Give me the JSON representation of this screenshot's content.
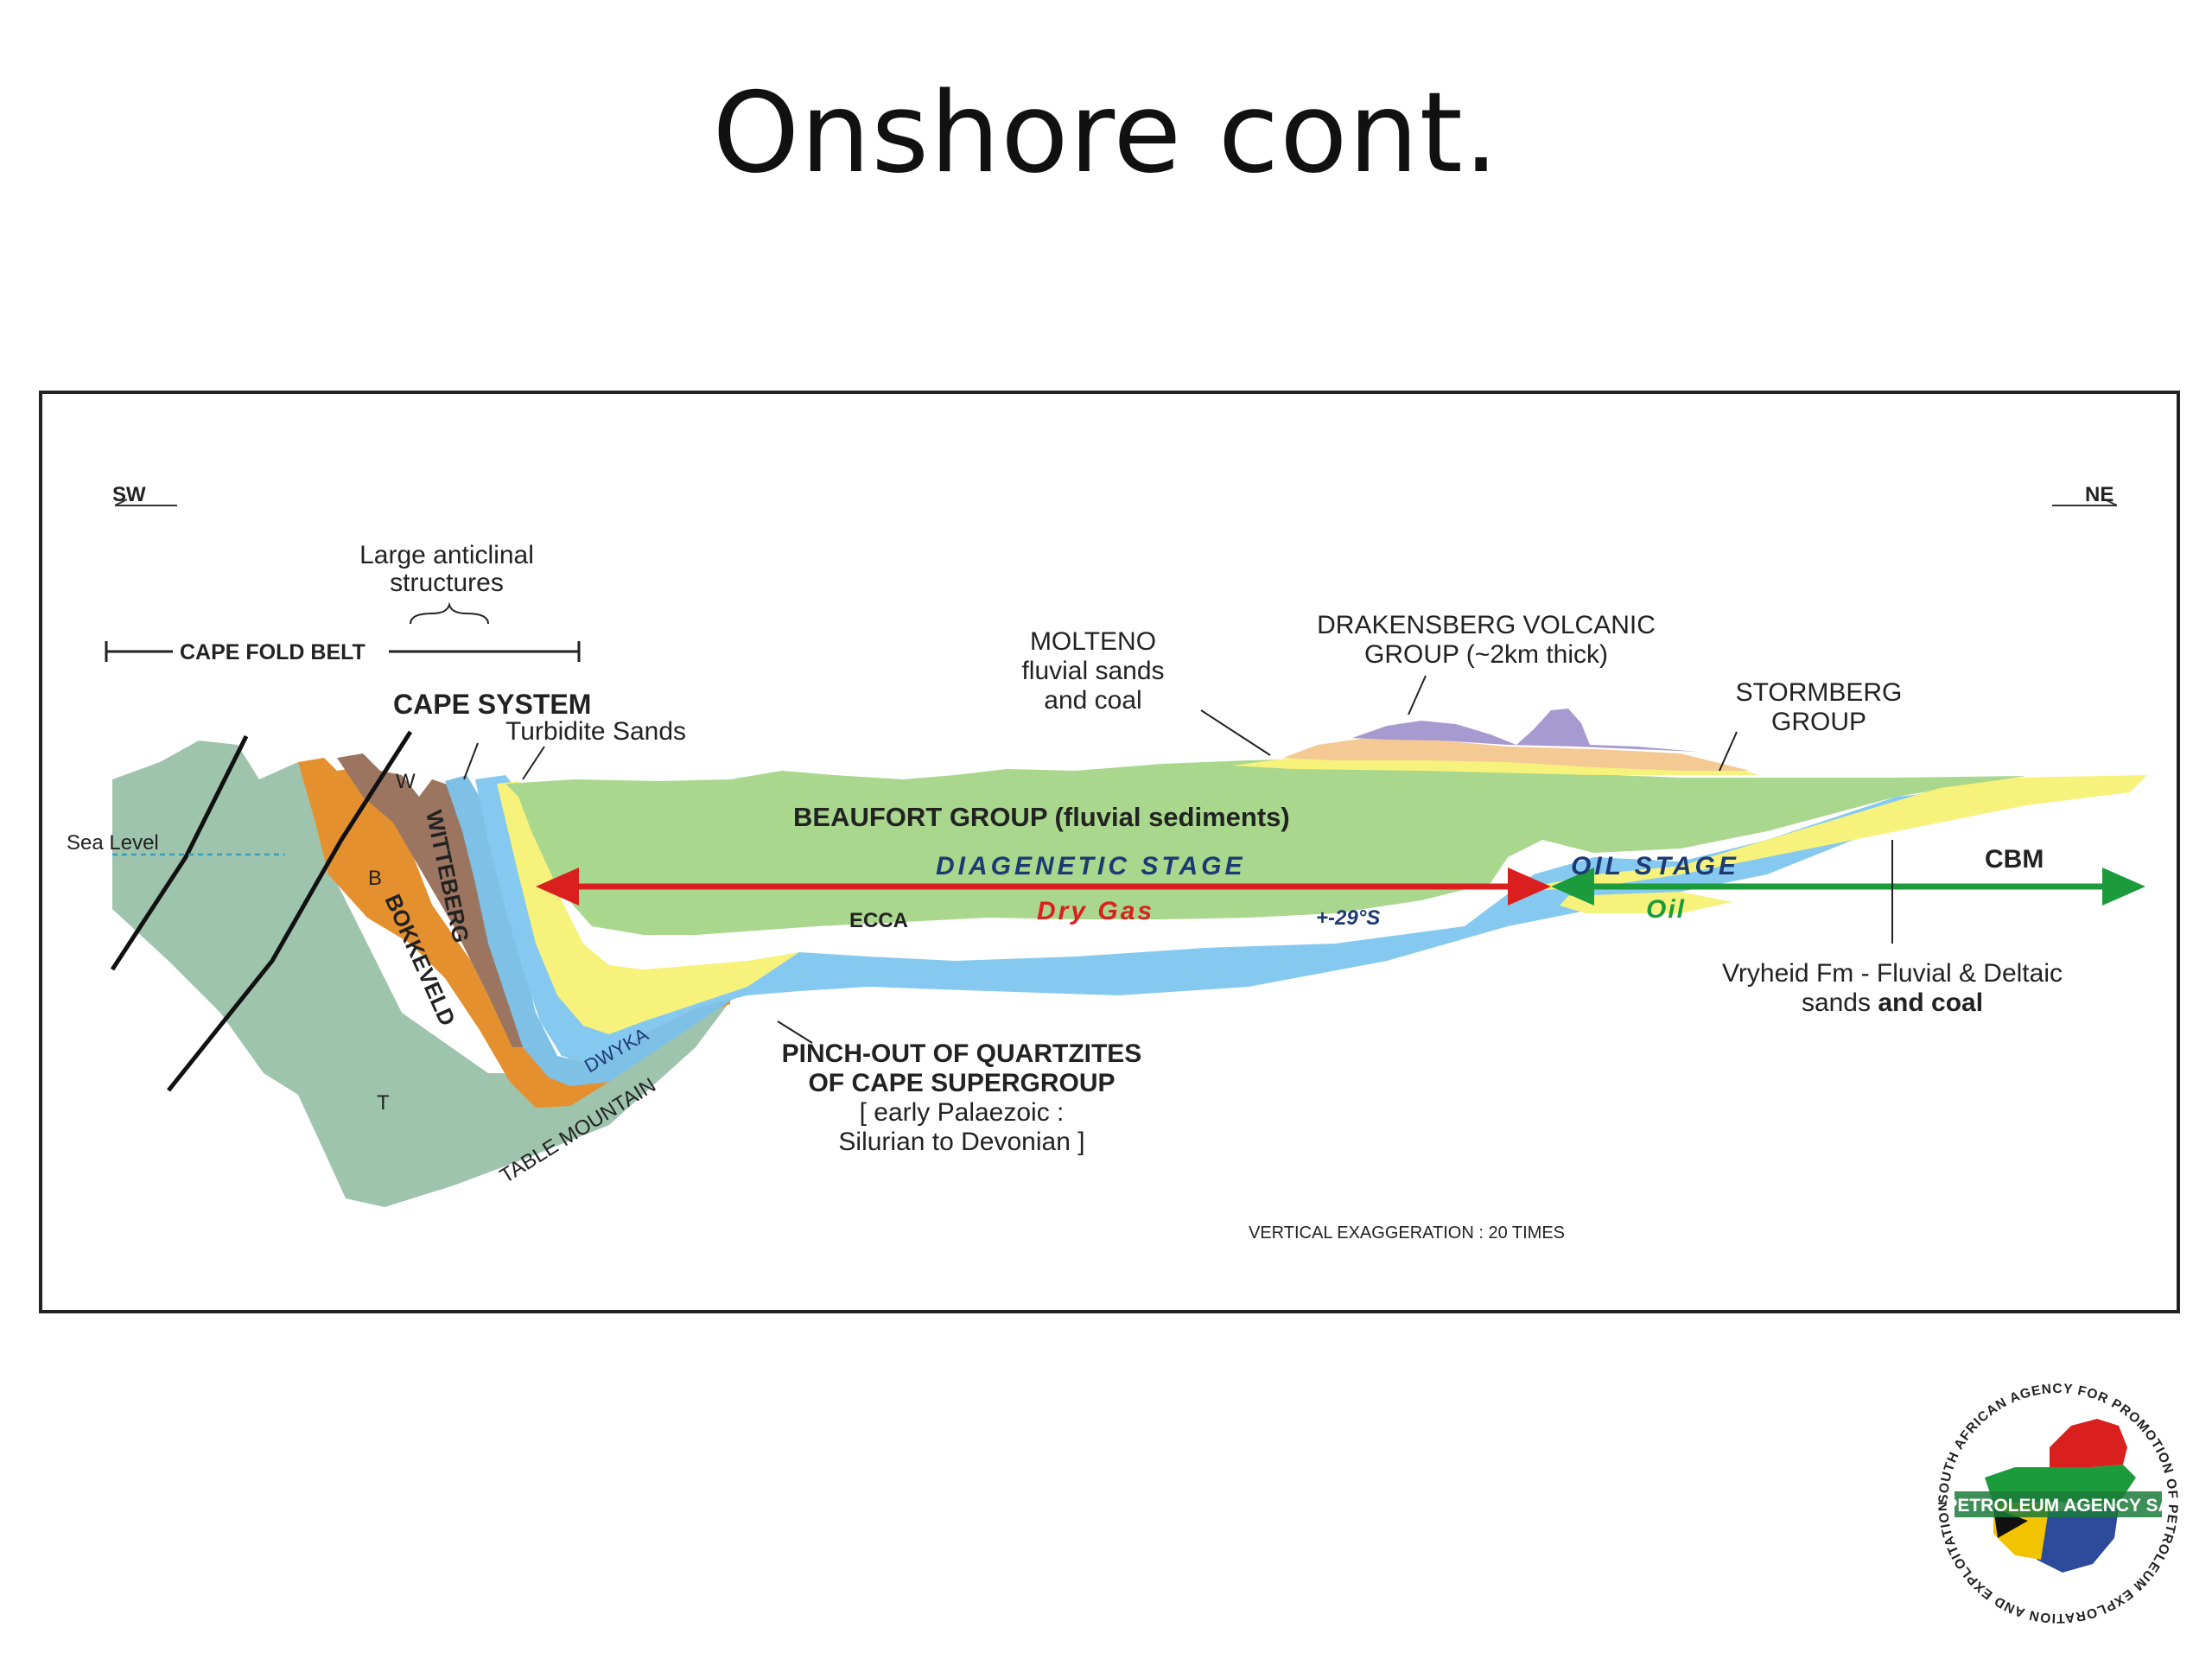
{
  "slide": {
    "title": "Onshore cont."
  },
  "diagram": {
    "direction_left": "SW",
    "direction_right": "NE",
    "anticlinal_note": [
      "Large anticlinal",
      "structures"
    ],
    "cape_fold_belt": "CAPE FOLD BELT",
    "cape_system": "CAPE SYSTEM",
    "turbidite_sands": "Turbidite Sands",
    "sea_level": "Sea Level",
    "molteno": [
      "MOLTENO",
      "fluvial sands",
      "and coal"
    ],
    "drakensberg": [
      "DRAKENSBERG VOLCANIC",
      "GROUP (~2km thick)"
    ],
    "stormberg": [
      "STORMBERG",
      "GROUP"
    ],
    "beaufort": "BEAUFORT  GROUP (fluvial sediments)",
    "diagenetic_stage": "DIAGENETIC  STAGE",
    "oil_stage": "OIL  STAGE",
    "cbm": "CBM",
    "ecca": "ECCA",
    "dry_gas": "Dry  Gas",
    "latitude": "+-29°S",
    "oil": "Oil",
    "vryheid": [
      "Vryheid Fm - Fluvial & Deltaic",
      "sands",
      "and coal"
    ],
    "pinch_out": [
      "PINCH-OUT OF QUARTZITES",
      "OF CAPE SUPERGROUP"
    ],
    "pinch_out_age": [
      "[ early Palaezoic :",
      "Silurian to Devonian ]"
    ],
    "witteberg": "WITTEBERG",
    "bokkeveld": "BOKKEVELD",
    "dwyka": "DWYKA",
    "table_mountain": "TABLE MOUNTAIN",
    "label_w": "W",
    "label_b": "B",
    "label_t": "T",
    "vertical_exaggeration": "VERTICAL EXAGGERATION : 20 TIMES",
    "colors": {
      "table_mountain": "#9fc4ae",
      "bokkeveld": "#e4902e",
      "witteberg": "#9c7561",
      "dwyka": "#7fc0e6",
      "ecca": "#86c9f0",
      "beaufort": "#a9d78d",
      "yellow": "#f6f27c",
      "drakensberg": "#a79ad0",
      "stormberg": "#f4c994",
      "red_arrow": "#d9201f",
      "green_arrow": "#1b9b3c",
      "stage_text": "#1d3a73",
      "dry_gas_text": "#d9201f",
      "oil_text": "#1b9b3c"
    }
  },
  "logo": {
    "ring_text": "SOUTH AFRICAN AGENCY FOR PROMOTION OF PETROLEUM EXPLORATION AND EXPLOITATION",
    "banner": "PETROLEUM AGENCY SA"
  }
}
